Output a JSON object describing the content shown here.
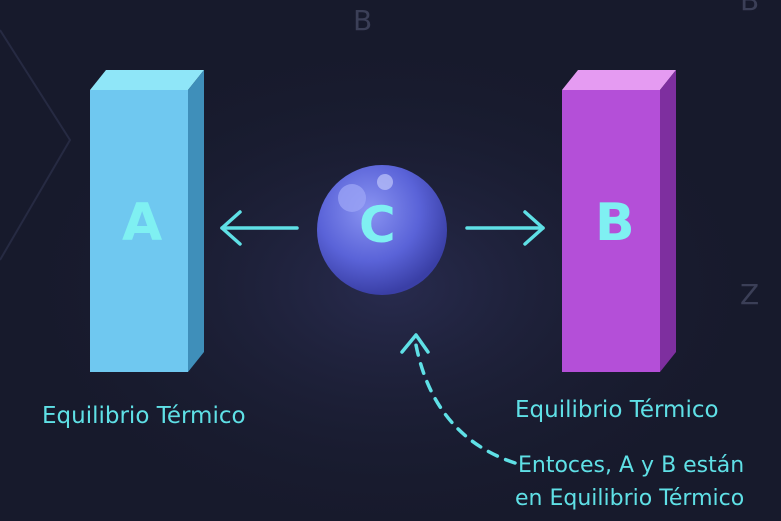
{
  "blocks": {
    "a": {
      "letter": "A",
      "label": "Equilibrio Térmico",
      "color_front": "#6fc8f0",
      "color_top": "#8fe6f8",
      "color_side": "#3f8fba"
    },
    "b": {
      "letter": "B",
      "label": "Equilibrio Térmico",
      "color_front": "#b44fd8",
      "color_top": "#e59bf2",
      "color_side": "#7e2f9f"
    }
  },
  "sphere": {
    "letter": "C",
    "color": "#5a63d8"
  },
  "conclusion": {
    "line1": "Entoces, A y B están",
    "line2": "en Equilibrio Térmico"
  },
  "background": {
    "letters": [
      "B",
      "B",
      "Z"
    ]
  },
  "colors": {
    "background": "#171a2c",
    "accent": "#5fe0e6"
  },
  "icons": [
    "arrow-left-icon",
    "arrow-right-icon",
    "dashed-curved-arrow-icon"
  ]
}
